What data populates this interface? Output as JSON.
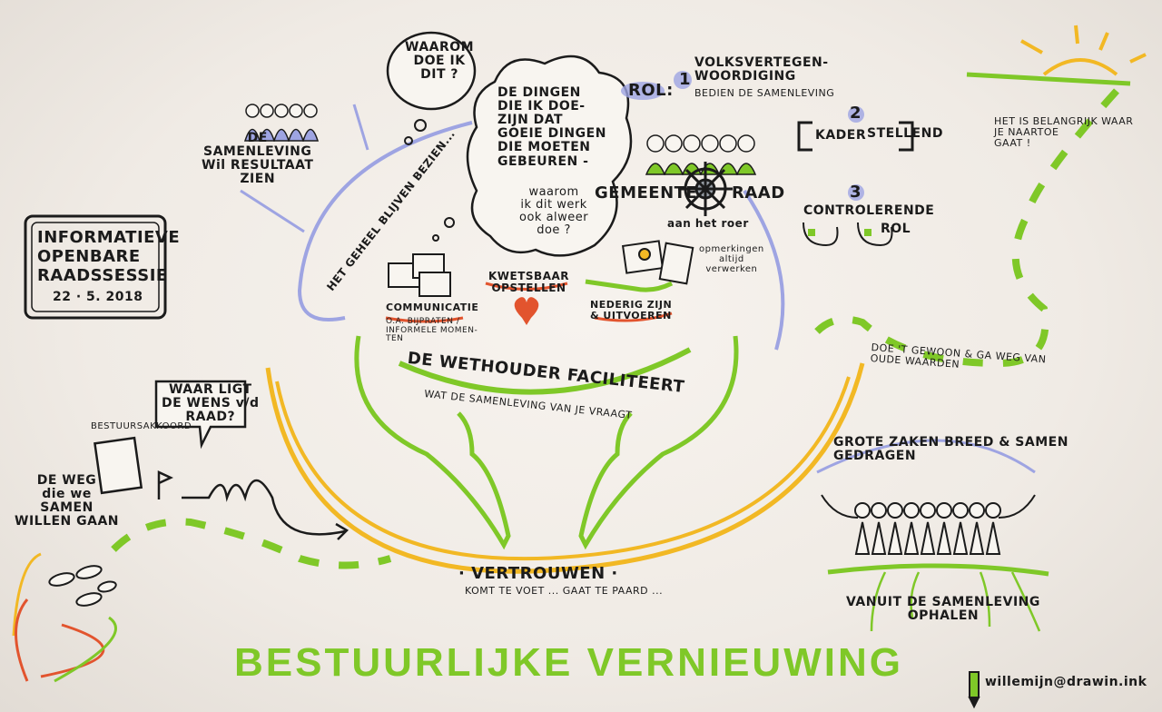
{
  "title": "BESTUURLIJKE VERNIEUWING",
  "session_box": {
    "line1": "INFORMATIEVE",
    "line2": "OPENBARE",
    "line3": "RAADSSESSIE",
    "date": "22 · 5. 2018"
  },
  "thought_small": "WAAROM\nDOE IK\nDIT ?",
  "thought_big": "DE DINGEN\nDIE IK DOE-\nZIJN DAT\nGOEIE DINGEN\nDIE MOETEN\nGEBEUREN -",
  "thought_big_sub": "waarom\nik dit werk\nook alweer\ndoe ?",
  "samenleving": "DE\nSAMENLEVING\nWil RESULTAAT\nZIEN",
  "bijven": "HET GEHEEL BLIJVEN BEZIEN...",
  "rol_label": "ROL:",
  "rol1_num": "1",
  "rol1_title": "VOLKSVERTEGEN-\nWOORDIGING",
  "rol1_sub": "BEDIEN DE SAMENLEVING",
  "rol2_num": "2",
  "rol2_left": "KADER",
  "rol2_right": "STELLEND",
  "rol3_num": "3",
  "rol3_left": "CONTROLERENDE",
  "rol3_right": "ROL",
  "gemeenteraad_left": "GEMEENTE",
  "gemeenteraad_right": "RAAD",
  "aan_het_roer": "aan het roer",
  "opmerkingen": "opmerkingen\naltijd\nverwerken",
  "communicatie": "COMMUNICATIE",
  "communicatie_sub": "O.A. BIJPRATEN /\nINFORMELE MOMEN-\nTEN",
  "kwetsbaar": "KWETSBAAR\nOPSTELLEN",
  "nederig": "NEDERIG ZIJN\n& UITVOEREN",
  "wethouder": "DE WETHOUDER FACILITEERT",
  "wethouder_sub": "WAT DE SAMENLEVING VAN JE VRAAGT",
  "vertrouwen": "· VERTROUWEN ·",
  "vertrouwen_sub": "KOMT TE VOET ... GAAT TE PAARD ...",
  "waar_ligt": "WAAR LIGT\nDE WENS v/d\nRAAD?",
  "bestuursakkoord": "BESTUURSAKKOORD",
  "de_weg": "DE WEG\ndie we\nSAMEN\nWILLEN GAAN",
  "belangrijk": "HET IS BELANGRIJK WAAR\nJE NAARTOE\nGAAT !",
  "doe_gewoon": "DOE 'T GEWOON & GA WEG VAN\nOUDE WAARDEN",
  "grote_zaken": "GROTE ZAKEN BREED & SAMEN\nGEDRAGEN",
  "vanuit": "VANUIT DE SAMENLEVING\nOPHALEN",
  "signature": "willemijn@drawin.ink",
  "colors": {
    "green": "#7fc828",
    "yellow": "#f2b824",
    "lavender": "#9ea4e2",
    "red": "#e2542e",
    "ink": "#1b1b1b",
    "paper": "#f3efe9"
  }
}
